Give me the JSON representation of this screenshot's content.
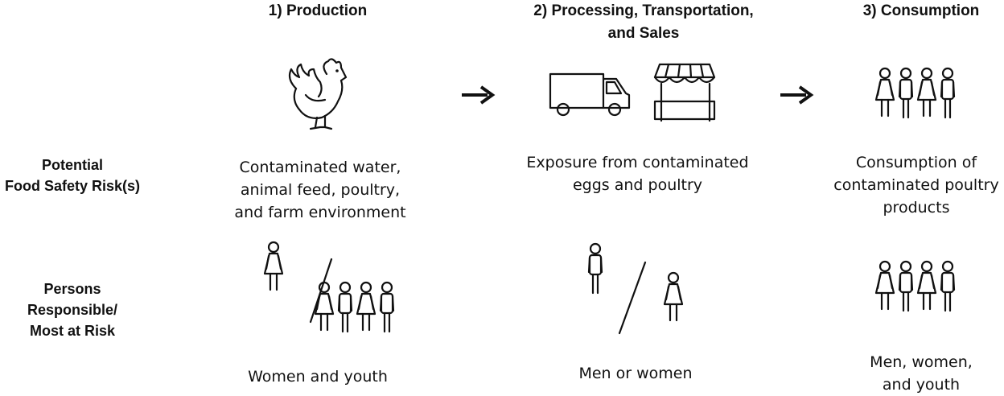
{
  "stages": [
    {
      "title_lines": [
        "1) Production"
      ]
    },
    {
      "title_lines": [
        "2) Processing,  Transportation,",
        "and Sales"
      ]
    },
    {
      "title_lines": [
        "3) Consumption"
      ]
    }
  ],
  "rows": {
    "risk": {
      "label_lines": [
        "Potential",
        "Food Safety Risk(s)"
      ],
      "cells": [
        [
          "Contaminated water,",
          "animal feed, poultry,",
          "and farm environment"
        ],
        [
          "Exposure from contaminated",
          "eggs and poultry"
        ],
        [
          "Consumption of",
          "contaminated poultry",
          "products"
        ]
      ]
    },
    "persons": {
      "label_lines": [
        "Persons",
        "Responsible/",
        "Most at Risk"
      ],
      "cells": [
        [
          "Women and youth"
        ],
        [
          "Men or women"
        ],
        [
          "Men, women,",
          "and youth"
        ]
      ]
    }
  },
  "icons": {
    "stage1": "chicken-icon",
    "stage2": [
      "truck-icon",
      "market-stall-icon"
    ],
    "stage3": "group-of-people-icon",
    "persons1": [
      "woman-icon",
      "group-of-youth-icon"
    ],
    "persons2": [
      "man-icon",
      "woman-icon"
    ],
    "persons3": "group-of-people-icon",
    "flow": "arrow-right-icon"
  }
}
